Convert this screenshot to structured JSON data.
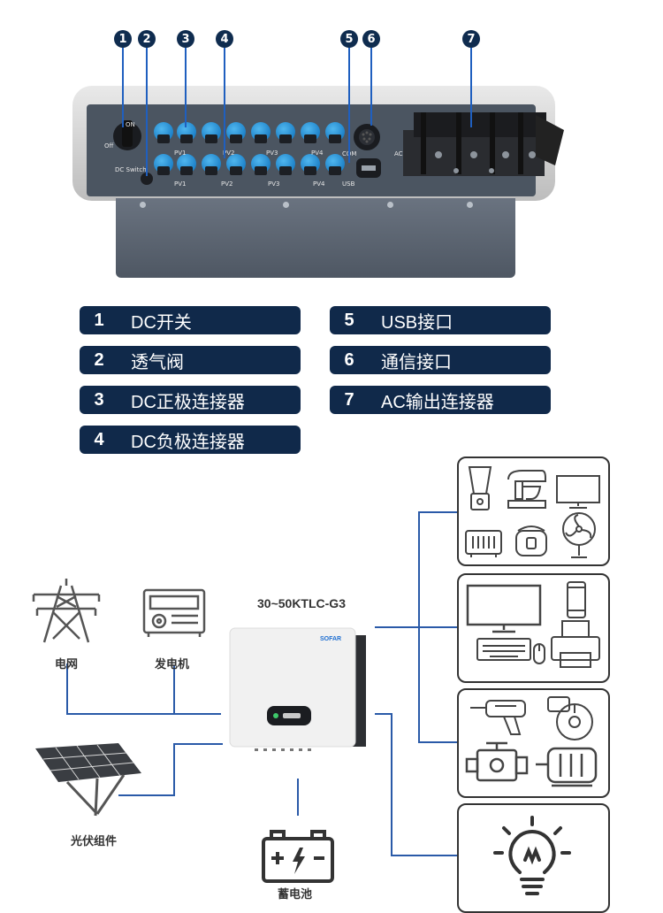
{
  "markers": [
    "1",
    "2",
    "3",
    "4",
    "5",
    "6",
    "7"
  ],
  "photo_labels": {
    "on": "ON",
    "off": "Off",
    "dc_switch": "DC Switch",
    "pv_pos": [
      "PV1",
      "PV2",
      "PV3",
      "PV4"
    ],
    "pv_neg": [
      "PV1",
      "PV2",
      "PV3",
      "PV4"
    ],
    "com": "COM",
    "usb": "USB",
    "ac": "AC"
  },
  "legend": [
    {
      "num": "1",
      "label": "DC开关"
    },
    {
      "num": "2",
      "label": "透气阀"
    },
    {
      "num": "3",
      "label": "DC正极连接器"
    },
    {
      "num": "4",
      "label": "DC负极连接器"
    },
    {
      "num": "5",
      "label": "USB接口"
    },
    {
      "num": "6",
      "label": "通信接口"
    },
    {
      "num": "7",
      "label": "AC输出连接器"
    }
  ],
  "diagram": {
    "model": "30~50KTLC-G3",
    "brand": "SOFAR",
    "grid": "电网",
    "generator": "发电机",
    "pv": "光伏组件",
    "battery": "蓄电池"
  },
  "colors": {
    "pill_bg": "#10294a",
    "marker_bg": "#0f2c4f",
    "leader": "#1f5fbf",
    "connector": "#1e82c9",
    "wire": "#2a5aa8"
  },
  "icons": [
    "power-tower-icon",
    "generator-icon",
    "solar-panel-icon",
    "battery-icon",
    "blender-icon",
    "mixer-icon",
    "tv-icon",
    "heater-icon",
    "rice-cooker-icon",
    "fan-icon",
    "monitor-icon",
    "keyboard-icon",
    "mouse-icon",
    "phone-icon",
    "printer-icon",
    "drill-icon",
    "circular-saw-icon",
    "engine-icon",
    "motor-icon",
    "light-bulb-icon"
  ]
}
